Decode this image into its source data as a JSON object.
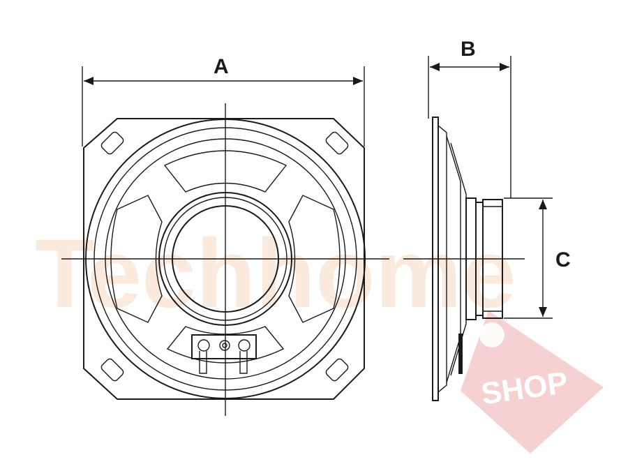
{
  "dimensions": {
    "width_label": "A",
    "depth_label": "B",
    "magnet_label": "C"
  },
  "watermark": {
    "brand": "Techhome",
    "tag": "SHOP",
    "tag_color": "#f3c9c9",
    "brand_color": "#f7d9c4"
  }
}
